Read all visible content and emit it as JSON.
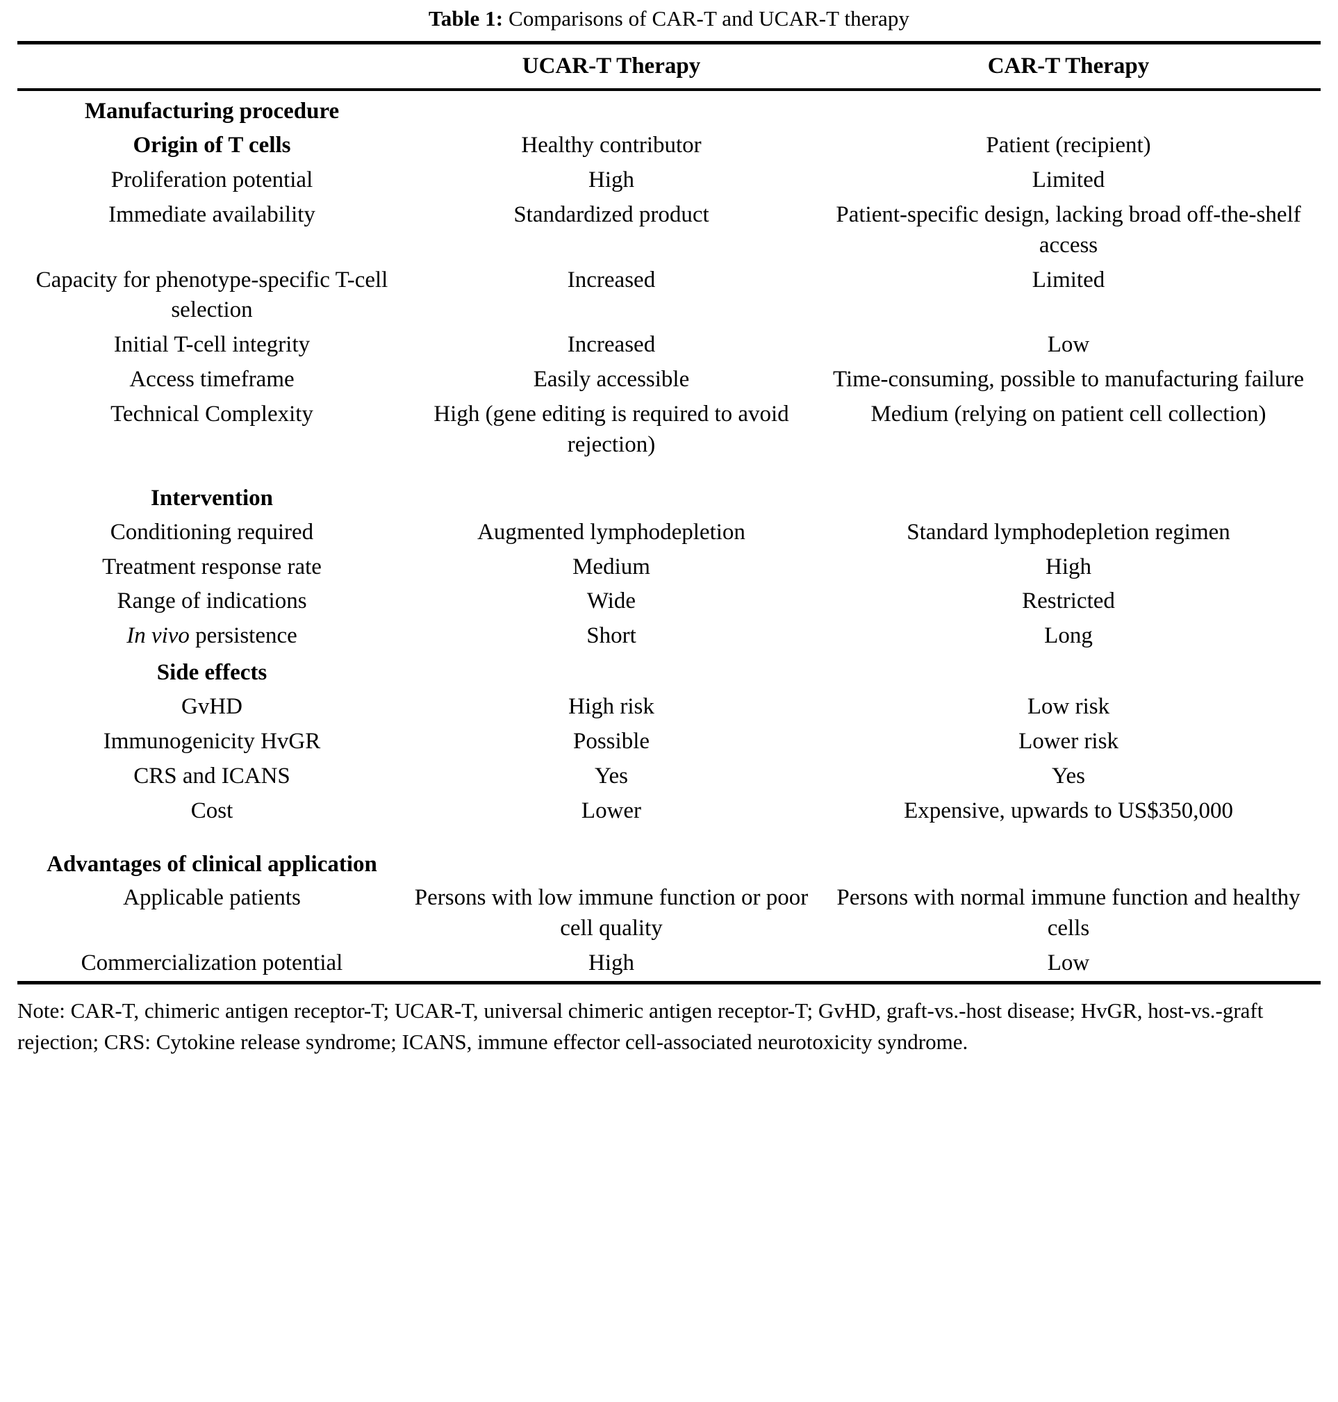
{
  "caption": {
    "label": "Table 1:",
    "text": "Comparisons of CAR-T and UCAR-T therapy"
  },
  "table": {
    "columns": [
      "",
      "UCAR-T Therapy",
      "CAR-T Therapy"
    ],
    "rows": [
      {
        "kind": "section",
        "label": "Manufacturing procedure",
        "ucart": "",
        "cart": ""
      },
      {
        "kind": "row",
        "label": "Origin of T cells",
        "label_bold": true,
        "ucart": "Healthy contributor",
        "cart": "Patient (recipient)"
      },
      {
        "kind": "row",
        "label": "Proliferation potential",
        "ucart": "High",
        "cart": "Limited"
      },
      {
        "kind": "row",
        "label": "Immediate availability",
        "ucart": "Standardized product",
        "cart": "Patient-specific design, lacking broad off-the-shelf access"
      },
      {
        "kind": "row",
        "label": "Capacity for phenotype-specific T-cell selection",
        "ucart": "Increased",
        "cart": "Limited"
      },
      {
        "kind": "row",
        "label": "Initial T-cell integrity",
        "ucart": "Increased",
        "cart": "Low"
      },
      {
        "kind": "row",
        "label": "Access timeframe",
        "ucart": "Easily accessible",
        "cart": "Time-consuming, possible to manufacturing failure"
      },
      {
        "kind": "row",
        "label": "Technical Complexity",
        "ucart": "High (gene editing is required to avoid rejection)",
        "cart": "Medium (relying on patient cell collection)"
      },
      {
        "kind": "section",
        "label": "Intervention",
        "ucart": "",
        "cart": ""
      },
      {
        "kind": "row",
        "label": "Conditioning required",
        "ucart": "Augmented lymphodepletion",
        "cart": "Standard lymphodepletion regimen"
      },
      {
        "kind": "row",
        "label": "Treatment response rate",
        "ucart": "Medium",
        "cart": "High"
      },
      {
        "kind": "row",
        "label": "Range of indications",
        "ucart": "Wide",
        "cart": "Restricted"
      },
      {
        "kind": "row",
        "label": "In vivo persistence",
        "label_italic_prefix": "In vivo",
        "ucart": "Short",
        "cart": "Long"
      },
      {
        "kind": "section",
        "label": "Side effects",
        "ucart": "",
        "cart": ""
      },
      {
        "kind": "row",
        "label": "GvHD",
        "ucart": "High risk",
        "cart": "Low risk"
      },
      {
        "kind": "row",
        "label": "Immunogenicity HvGR",
        "ucart": "Possible",
        "cart": "Lower risk"
      },
      {
        "kind": "row",
        "label": "CRS and ICANS",
        "ucart": "Yes",
        "cart": "Yes"
      },
      {
        "kind": "row",
        "label": "Cost",
        "ucart": "Lower",
        "cart": "Expensive, upwards to US$350,000"
      },
      {
        "kind": "section",
        "label": "Advantages of clinical application",
        "ucart": "",
        "cart": ""
      },
      {
        "kind": "row",
        "label": "Applicable patients",
        "ucart": "Persons with low immune function or poor cell quality",
        "cart": "Persons with normal immune function and healthy cells"
      },
      {
        "kind": "row",
        "label": "Commercialization potential",
        "ucart": "High",
        "cart": "Low"
      }
    ]
  },
  "note": "Note: CAR-T, chimeric antigen receptor-T; UCAR-T, universal chimeric antigen receptor-T; GvHD, graft-vs.-host disease; HvGR, host-vs.-graft rejection; CRS: Cytokine release syndrome; ICANS, immune effector cell-associated neurotoxicity syndrome."
}
